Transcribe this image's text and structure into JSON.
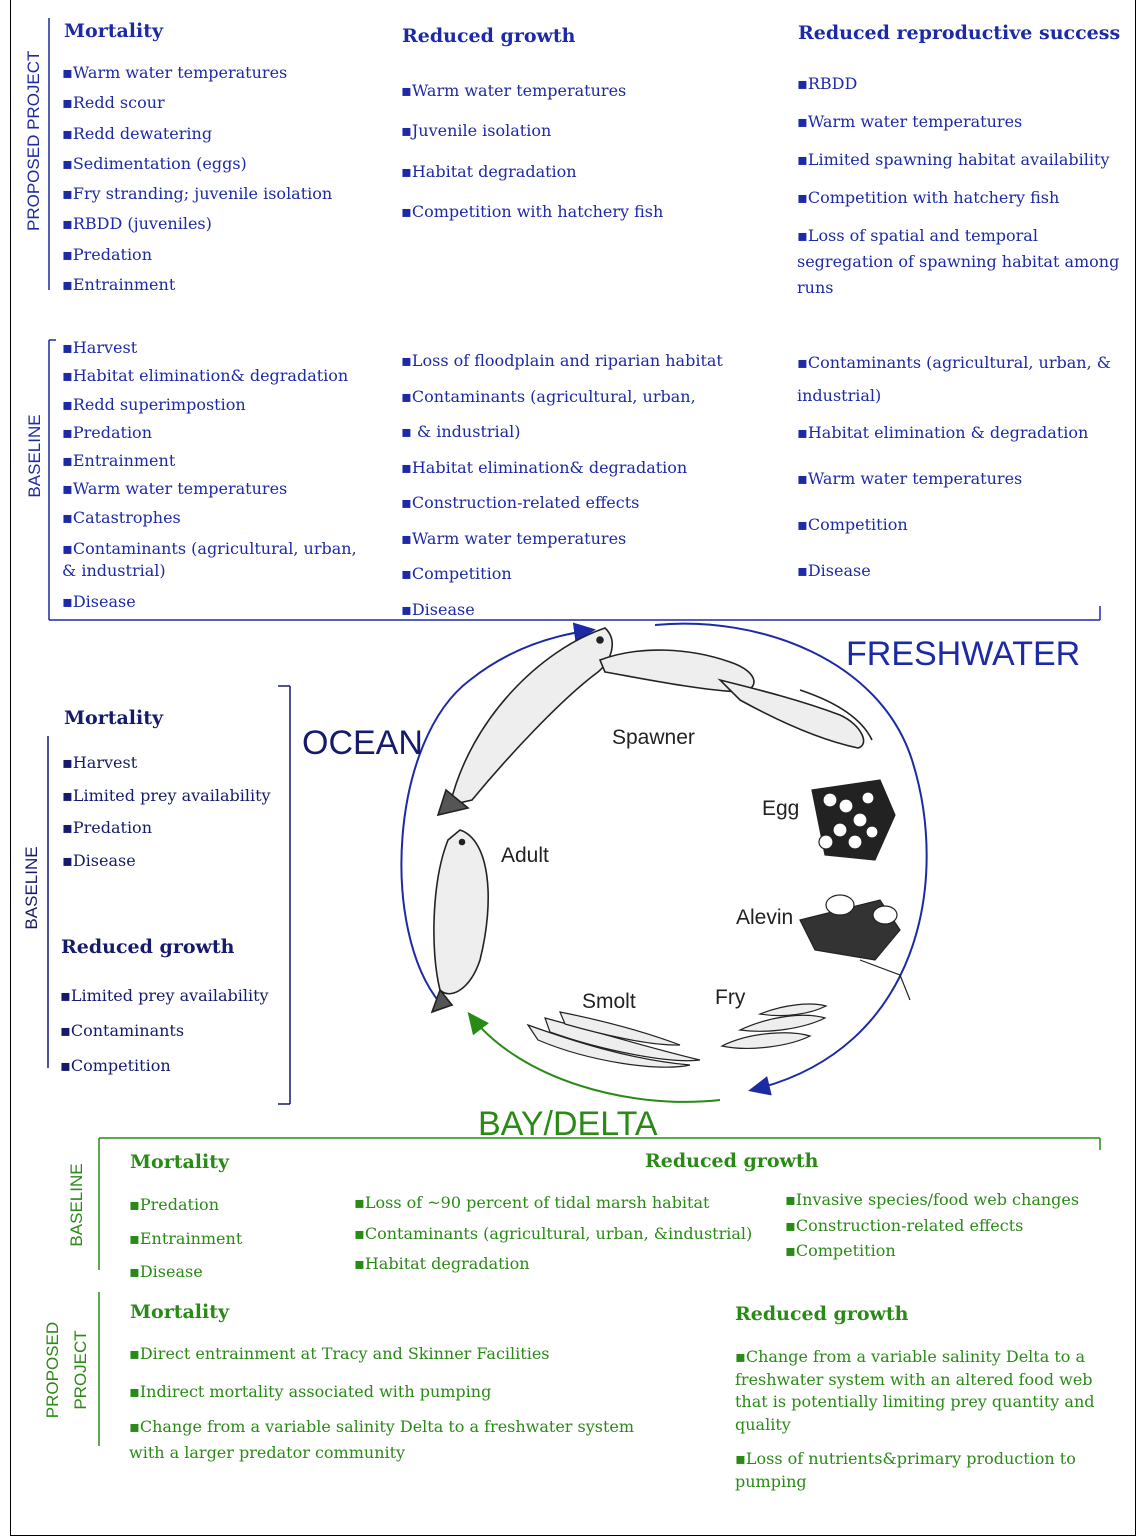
{
  "freshwater": {
    "proposed_label": "PROPOSED PROJECT",
    "baseline_label": "BASELINE",
    "proposed": {
      "mortality": {
        "title": "Mortality",
        "items": [
          "▪Warm water temperatures",
          "▪Redd scour",
          "▪Redd dewatering",
          "▪Sedimentation (eggs)",
          "▪Fry stranding; juvenile isolation",
          "▪RBDD (juveniles)",
          "▪Predation",
          "▪Entrainment"
        ]
      },
      "growth": {
        "title": "Reduced growth",
        "items": [
          "▪Warm water temperatures",
          "▪Juvenile isolation",
          "▪Habitat degradation",
          "▪Competition with hatchery fish"
        ]
      },
      "repro": {
        "title": "Reduced reproductive success",
        "items": [
          "▪RBDD",
          "▪Warm water temperatures",
          "▪Limited spawning habitat availability",
          "▪Competition with hatchery fish",
          "▪Loss of spatial and temporal segregation of spawning habitat among runs"
        ]
      }
    },
    "baseline": {
      "col1": [
        "▪Harvest",
        "▪Habitat elimination& degradation",
        "▪Redd superimpostion",
        "▪Predation",
        "▪Entrainment",
        "▪Warm water temperatures",
        "▪Catastrophes",
        "▪Contaminants (agricultural, urban, & industrial)",
        "▪Disease"
      ],
      "col2": [
        "▪Loss of floodplain and riparian habitat",
        "▪Contaminants (agricultural, urban,",
        "▪ & industrial)",
        "▪Habitat elimination& degradation",
        "▪Construction-related effects",
        "▪Warm water temperatures",
        "▪Competition",
        "▪Disease"
      ],
      "col3": [
        "▪Contaminants (agricultural, urban, & industrial)",
        "▪Habitat elimination & degradation",
        "▪Warm water temperatures",
        "▪Competition",
        "▪Disease"
      ]
    }
  },
  "ocean": {
    "baseline_label": "BASELINE",
    "mortality": {
      "title": "Mortality",
      "items": [
        "▪Harvest",
        "▪Limited prey availability",
        "▪Predation",
        "▪Disease"
      ]
    },
    "growth": {
      "title": "Reduced growth",
      "items": [
        "▪Limited prey availability",
        "▪Contaminants",
        "▪Competition"
      ]
    }
  },
  "cycle": {
    "ocean_label": "OCEAN",
    "freshwater_label": "FRESHWATER",
    "bay_label": "BAY/DELTA",
    "stages": {
      "spawner": "Spawner",
      "egg": "Egg",
      "alevin": "Alevin",
      "fry": "Fry",
      "smolt": "Smolt",
      "adult": "Adult"
    }
  },
  "bay": {
    "baseline_label": "BASELINE",
    "proposed_label_1": "PROPOSED",
    "proposed_label_2": "PROJECT",
    "baseline": {
      "mortality": {
        "title": "Mortality",
        "items": [
          "▪Predation",
          "▪Entrainment",
          "▪Disease"
        ]
      },
      "growth": {
        "title": "Reduced growth",
        "col1": [
          "▪Loss of ~90 percent of tidal marsh habitat",
          "▪Contaminants (agricultural, urban, &industrial)",
          "▪Habitat degradation"
        ],
        "col2": [
          "▪Invasive species/food web changes",
          "▪Construction-related effects",
          "▪Competition"
        ]
      }
    },
    "proposed": {
      "mortality": {
        "title": "Mortality",
        "items": [
          "▪Direct entrainment at Tracy and Skinner Facilities",
          "▪Indirect mortality associated with pumping",
          "▪Change from a variable salinity Delta to a freshwater system with a larger predator community"
        ]
      },
      "growth": {
        "title": "Reduced growth",
        "items": [
          "▪Change from a variable salinity Delta to a freshwater system with an altered food web that is potentially limiting prey quantity and quality",
          "▪Loss of nutrients&primary production to pumping"
        ]
      }
    }
  },
  "colors": {
    "freshwater": "#1c2aa5",
    "ocean": "#151b6b",
    "bay": "#2a8a16"
  }
}
